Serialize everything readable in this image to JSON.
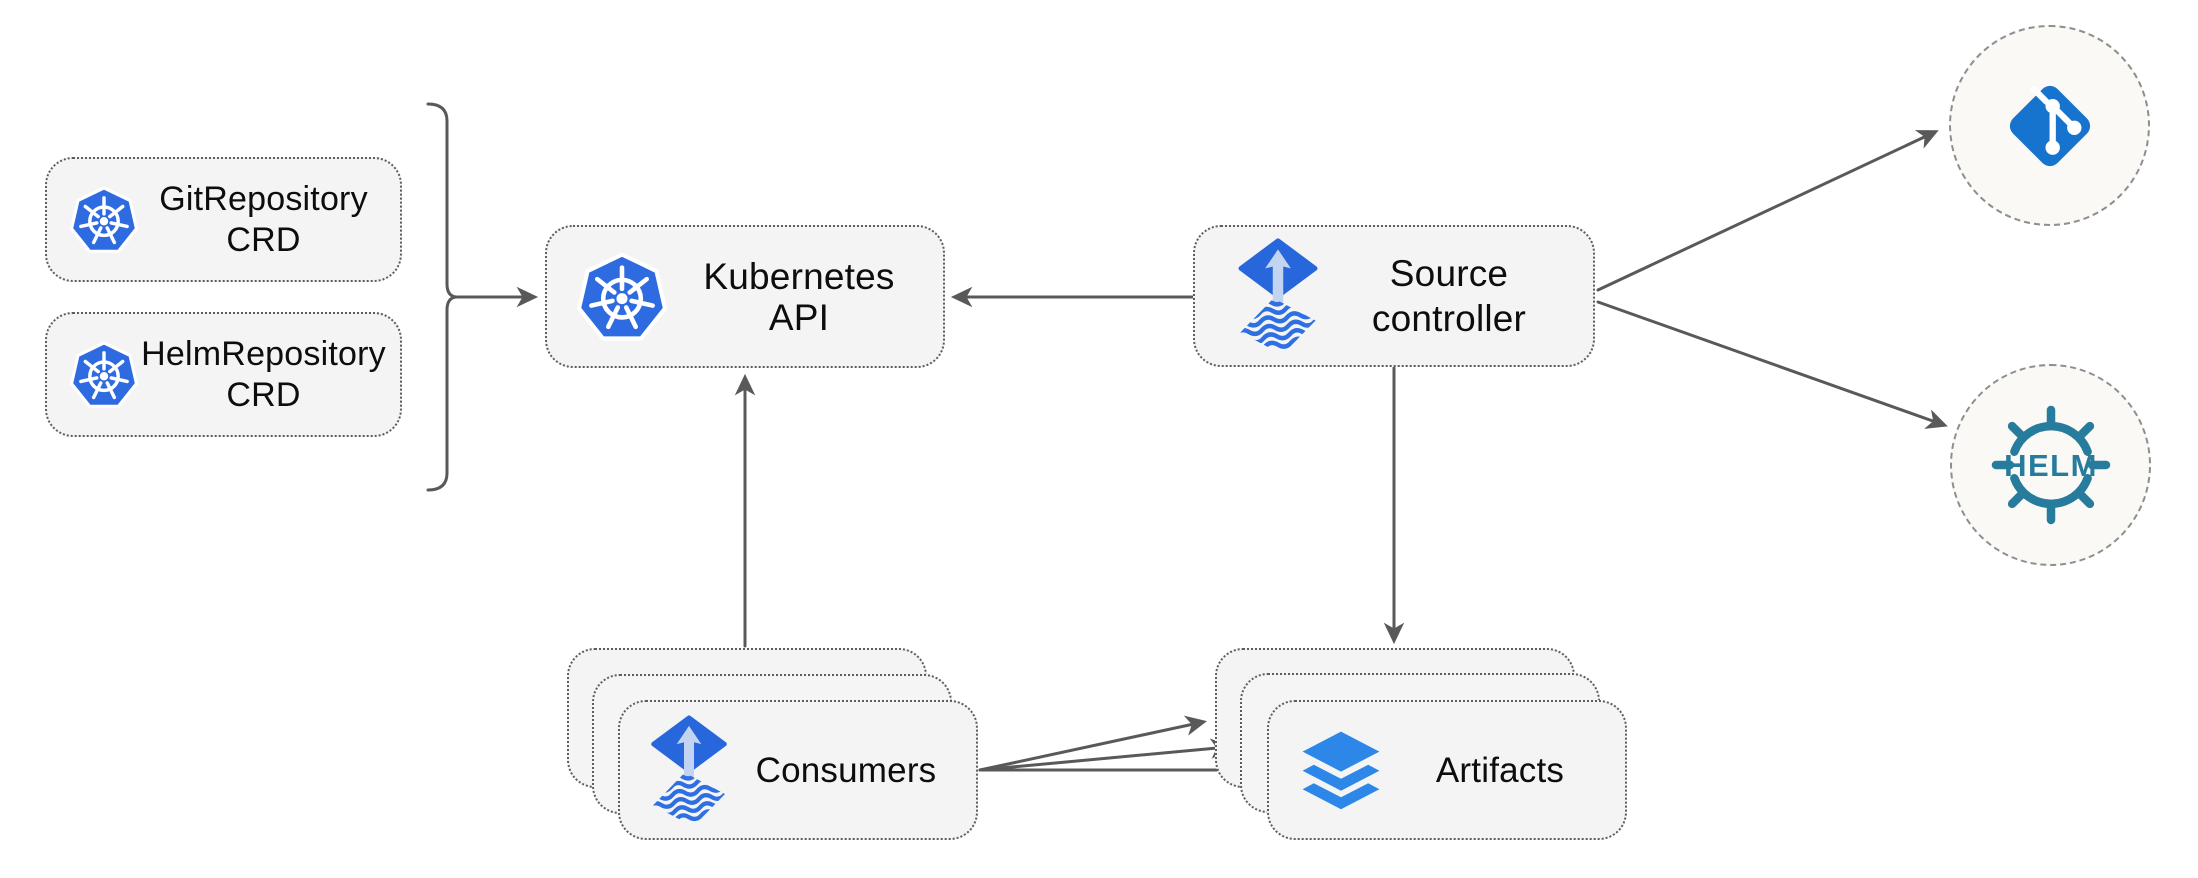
{
  "diagram": {
    "type": "architecture-diagram",
    "colors": {
      "canvas_bg": "#ffffff",
      "node_fill": "#f4f4f4",
      "node_border_dotted": "#5d5d5d",
      "endpoint_fill": "#faf9f5",
      "endpoint_border_dashed": "#8e8e8e",
      "edge": "#595959",
      "text": "#0d0d0d",
      "kubernetes_blue": "#2f6be0",
      "flux_blue": "#2766db",
      "flux_arrow_light": "#c3d4f2",
      "git_blue": "#1774ce",
      "layers_blue": "#2d87e8",
      "helm_teal": "#277c9d"
    },
    "nodes": {
      "git_repository_crd": {
        "line1": "GitRepository",
        "line2": "CRD",
        "icon": "kubernetes-icon"
      },
      "helm_repository_crd": {
        "line1": "HelmRepository",
        "line2": "CRD",
        "icon": "kubernetes-icon"
      },
      "kubernetes_api": {
        "label": "Kubernetes API",
        "icon": "kubernetes-icon"
      },
      "source_controller": {
        "line1": "Source",
        "line2": "controller",
        "icon": "flux-icon"
      },
      "consumers": {
        "label": "Consumers",
        "icon": "flux-icon",
        "stacked_count": 3
      },
      "artifacts": {
        "label": "Artifacts",
        "icon": "layers-icon",
        "stacked_count": 3
      },
      "git_remote": {
        "icon": "git-icon"
      },
      "helm_remote": {
        "icon": "helm-icon",
        "label": "HELM"
      }
    },
    "edges": [
      {
        "from": "crd-bracket",
        "to": "kubernetes_api",
        "arrow": "end"
      },
      {
        "from": "source_controller",
        "to": "kubernetes_api",
        "arrow": "end"
      },
      {
        "from": "consumers",
        "to": "kubernetes_api",
        "arrow": "end"
      },
      {
        "from": "source_controller",
        "to": "artifacts",
        "arrow": "end"
      },
      {
        "from": "source_controller",
        "to": "git_remote",
        "arrow": "end"
      },
      {
        "from": "source_controller",
        "to": "helm_remote",
        "arrow": "end"
      },
      {
        "from": "consumers",
        "to": "artifacts_back",
        "arrow": "end"
      },
      {
        "from": "consumers",
        "to": "artifacts_middle",
        "arrow": "end"
      },
      {
        "from": "consumers",
        "to": "artifacts_front",
        "arrow": "end"
      }
    ],
    "annotations": {
      "crd_bracket": "curly-brace grouping GitRepository CRD and HelmRepository CRD"
    }
  }
}
